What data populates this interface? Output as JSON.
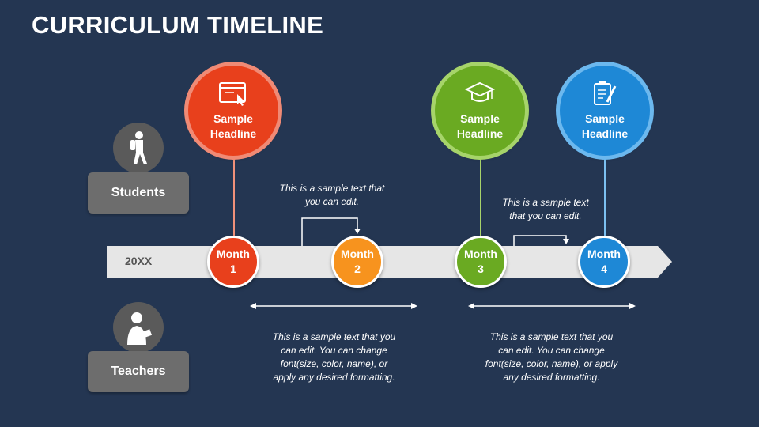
{
  "slide": {
    "title": "CURRICULUM TIMELINE",
    "year": "20XX"
  },
  "roles": {
    "students": "Students",
    "teachers": "Teachers"
  },
  "headlines": [
    {
      "label": "Sample Headline",
      "color": "#e8401c",
      "icon": "browser-cursor-icon"
    },
    {
      "label": "Sample Headline",
      "color": "#6aaa22",
      "icon": "graduation-cap-icon"
    },
    {
      "label": "Sample Headline",
      "color": "#1e88d6",
      "icon": "clipboard-pencil-icon"
    }
  ],
  "months": [
    {
      "line1": "Month",
      "line2": "1",
      "color": "#e8401c"
    },
    {
      "line1": "Month",
      "line2": "2",
      "color": "#f7931e"
    },
    {
      "line1": "Month",
      "line2": "3",
      "color": "#6aaa22"
    },
    {
      "line1": "Month",
      "line2": "4",
      "color": "#1e88d6"
    }
  ],
  "notes": {
    "top_left": [
      "This is a sample text that",
      "you can edit."
    ],
    "top_right": [
      "This is a sample text",
      "that you can edit."
    ],
    "bottom_left": [
      "This is a sample text that you",
      "can edit. You can change",
      "font(size, color, name), or",
      "apply any desired formatting."
    ],
    "bottom_right": [
      "This is a sample text that you",
      "can edit. You can change",
      "font(size, color, name), or apply",
      "any desired formatting."
    ]
  }
}
